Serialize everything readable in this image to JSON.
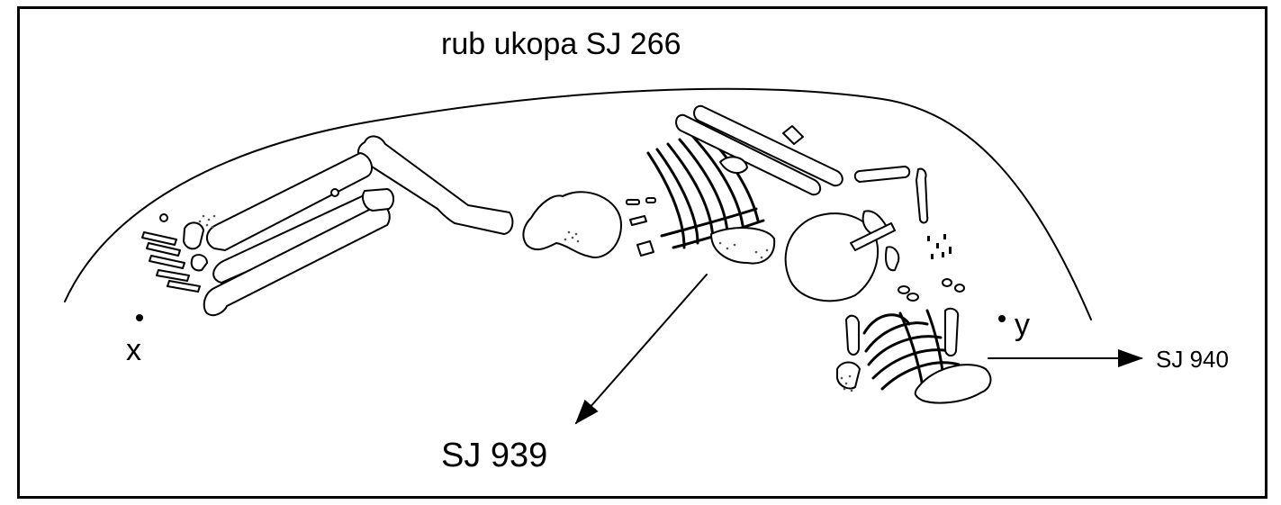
{
  "labels": {
    "pit_edge": "rub ukopa SJ 266",
    "skeleton_a": "SJ 939",
    "skeleton_b": "SJ 940",
    "point_x": "x",
    "point_y": "y"
  },
  "colors": {
    "ink": "#000000",
    "background": "#ffffff"
  }
}
